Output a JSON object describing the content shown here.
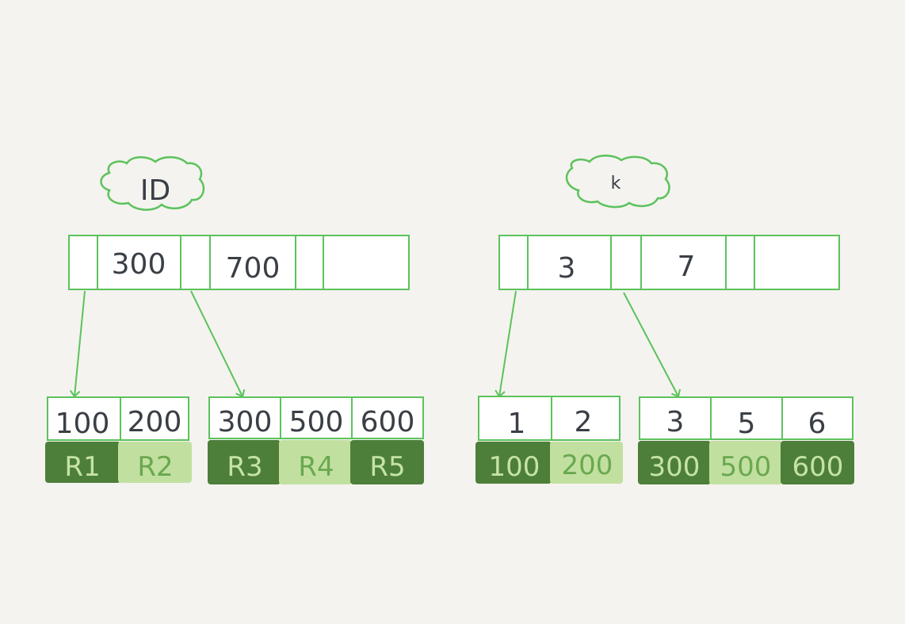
{
  "colors": {
    "green_line": "#5cc25c",
    "dark_green": "#4d7f3b",
    "light_green": "#c1e0a0",
    "text_dark": "#3a3f46",
    "text_on_dark": "#c5e3a6",
    "text_on_light": "#6aa84f",
    "background": "#f4f3ef"
  },
  "trees": [
    {
      "label": "ID",
      "root_keys": [
        "300",
        "700"
      ],
      "leaves": [
        {
          "keys": [
            "100",
            "200"
          ],
          "values": [
            "R1",
            "R2"
          ]
        },
        {
          "keys": [
            "300",
            "500",
            "600"
          ],
          "values": [
            "R3",
            "R4",
            "R5"
          ]
        }
      ]
    },
    {
      "label": "k",
      "root_keys": [
        "3",
        "7"
      ],
      "leaves": [
        {
          "keys": [
            "1",
            "2"
          ],
          "values": [
            "100",
            "200"
          ]
        },
        {
          "keys": [
            "3",
            "5",
            "6"
          ],
          "values": [
            "300",
            "500",
            "600"
          ]
        }
      ]
    }
  ]
}
